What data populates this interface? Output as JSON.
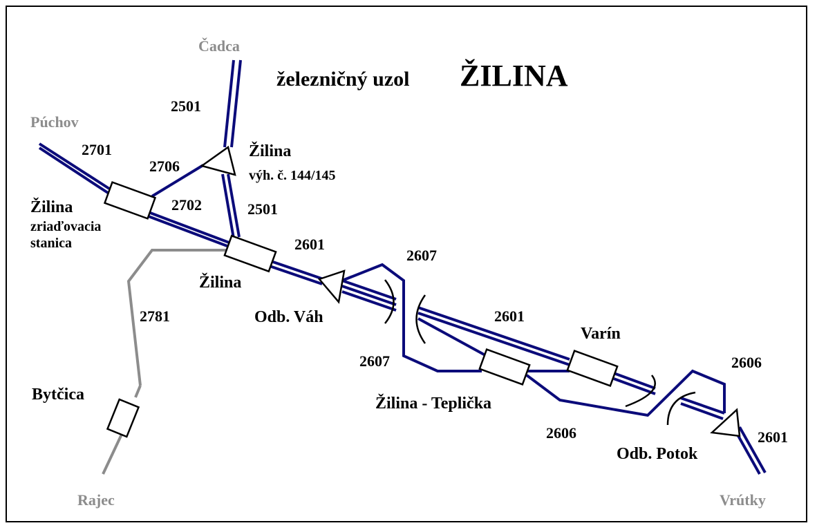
{
  "title": {
    "subtitle": "železničný uzol",
    "main": "ŽILINA"
  },
  "termini": {
    "cadca": "Čadca",
    "puchov": "Púchov",
    "rajec": "Rajec",
    "vrutky": "Vrútky"
  },
  "stations": {
    "zilina": "Žilina",
    "zilina_yard_1": "Žilina",
    "zilina_yard_2": "zriaďovacia",
    "zilina_yard_3": "stanica",
    "zilina_switch_1": "Žilina",
    "zilina_switch_2": "výh. č. 144/145",
    "odb_vah": "Odb. Váh",
    "varin": "Varín",
    "zilina_teplicka": "Žilina - Teplička",
    "odb_potok": "Odb. Potok",
    "bytcica": "Bytčica"
  },
  "line_numbers": {
    "l2501_top": "2501",
    "l2501_mid": "2501",
    "l2701": "2701",
    "l2706": "2706",
    "l2702": "2702",
    "l2601_a": "2601",
    "l2601_b": "2601",
    "l2601_c": "2601",
    "l2607_top": "2607",
    "l2607_bottom": "2607",
    "l2606_top": "2606",
    "l2606_bottom": "2606",
    "l2781": "2781"
  },
  "colors": {
    "track": "#0b0b7a",
    "branch_track": "#8c8c8c",
    "terminus_text": "#8c8c8c"
  }
}
